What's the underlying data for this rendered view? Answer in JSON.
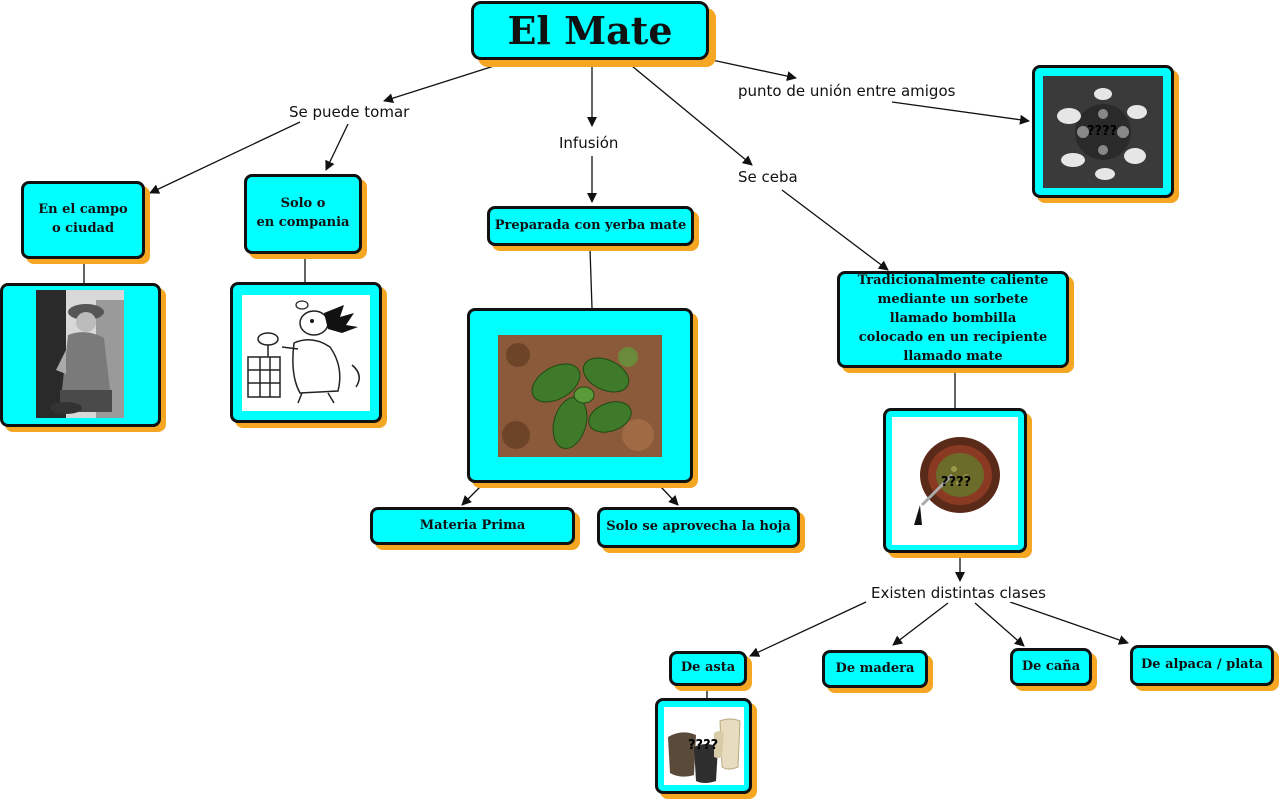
{
  "title": "El Mate",
  "labels": {
    "se_puede_tomar": "Se puede tomar",
    "infusion": "Infusión",
    "se_ceba": "Se ceba",
    "punto_union": "punto de unión entre amigos",
    "existen_clases": "Existen distintas clases"
  },
  "nodes": {
    "campo": "En el campo o ciudad",
    "solo_line1": "Solo o",
    "solo_line2": "en compania",
    "preparada": "Preparada con yerba mate",
    "tradicional": "Tradicionalmente caliente mediante un sorbete llamado bombilla colocado en un recipiente llamado mate",
    "materia": "Materia Prima",
    "hoja": "Solo se aprovecha la hoja",
    "asta": "De asta",
    "madera": "De madera",
    "cana": "De caña",
    "alpaca": "De alpaca / plata"
  },
  "image_marks": {
    "amigos": "????",
    "mate": "????",
    "asta": "????"
  },
  "colors": {
    "node_fill": "#00ffff",
    "node_border": "#111111",
    "shadow": "#f5a623"
  }
}
